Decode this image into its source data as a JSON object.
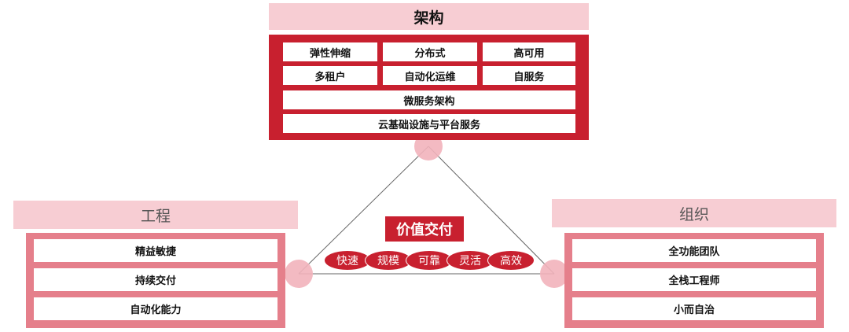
{
  "architecture": {
    "title": "架构",
    "row1": [
      "弹性伸缩",
      "分布式",
      "高可用"
    ],
    "row2": [
      "多租户",
      "自动化运维",
      "自服务"
    ],
    "row3": "微服务架构",
    "row4": "云基础设施与平台服务"
  },
  "engineering": {
    "title": "工程",
    "items": [
      "精益敏捷",
      "持续交付",
      "自动化能力"
    ]
  },
  "organization": {
    "title": "组织",
    "items": [
      "全功能团队",
      "全栈工程师",
      "小而自治"
    ]
  },
  "value_delivery": {
    "title": "价值交付",
    "attributes": [
      "快速",
      "规模",
      "可靠",
      "灵活",
      "高效"
    ]
  },
  "colors": {
    "primary_red": "#c8202f",
    "light_pink": "#f7cdd3",
    "mid_pink": "#e57f8b",
    "node_pink": "#f2b3bb"
  }
}
